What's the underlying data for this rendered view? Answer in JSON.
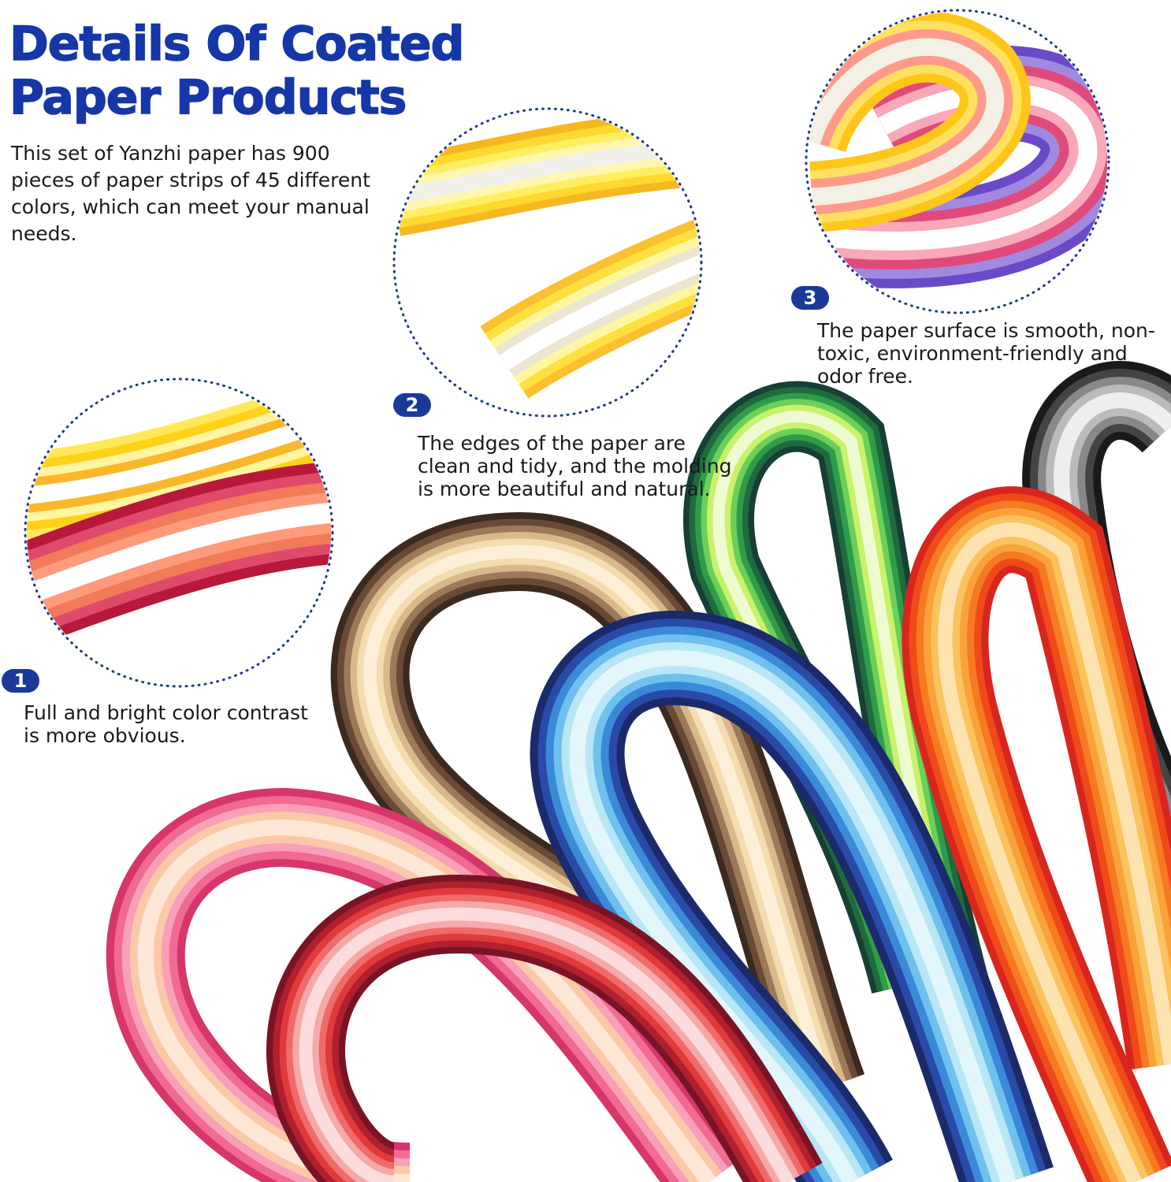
{
  "title": {
    "line1": "Details Of Coated",
    "line2": "Paper Products"
  },
  "intro": "This set of Yanzhi paper has 900 pieces of paper strips of 45 different colors, which can meet your manual needs.",
  "details": [
    {
      "badge": "1",
      "caption": "Full and bright color contrast is more obvious."
    },
    {
      "badge": "2",
      "caption": "The edges of the paper are clean and tidy, and the molding is more beautiful and natural."
    },
    {
      "badge": "3",
      "caption": "The paper surface is smooth, non-toxic, environment-friendly and odor free."
    }
  ],
  "colors": {
    "accent": "#1537a8",
    "badge": "#1a3a9a",
    "text": "#1a1a1a"
  }
}
